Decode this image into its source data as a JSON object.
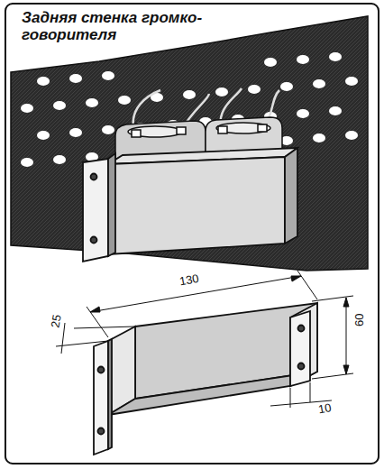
{
  "diagram": {
    "labels": [
      "Задняя стенка громко- говорителя",
      "130",
      "25",
      "60",
      "10"
    ]
  }
}
